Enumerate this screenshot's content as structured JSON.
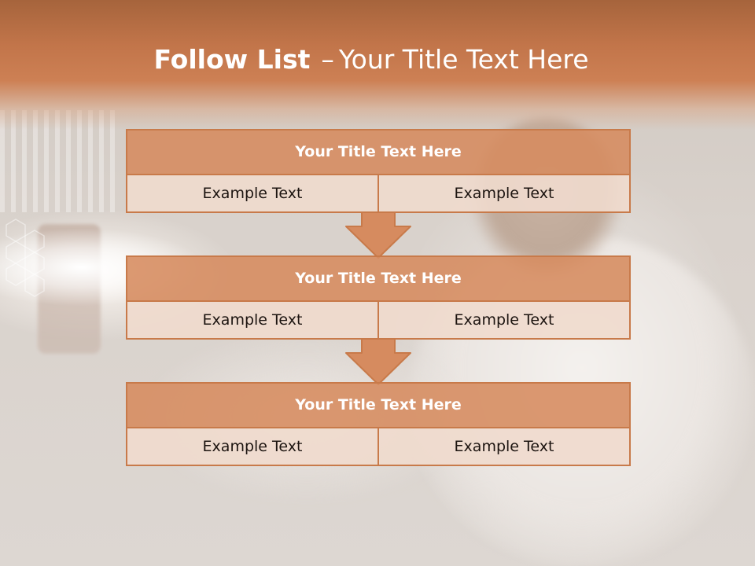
{
  "slide": {
    "title_bold": "Follow List",
    "title_separator": "–",
    "title_rest": "Your Title Text Here"
  },
  "blocks": [
    {
      "title": "Your Title Text Here",
      "left_text": "Example Text",
      "right_text": "Example Text"
    },
    {
      "title": "Your Title Text Here",
      "left_text": "Example Text",
      "right_text": "Example Text"
    },
    {
      "title": "Your Title Text Here",
      "left_text": "Example Text",
      "right_text": "Example Text"
    }
  ],
  "colors": {
    "header_orange": "#c2754a",
    "block_title_fill": "#d68b5f",
    "block_cell_fill": "#f0dacd",
    "border": "#c87a4a",
    "arrow_fill": "#d68b5f"
  },
  "icons": {
    "arrows": [
      "down-arrow-icon",
      "down-arrow-icon"
    ]
  }
}
